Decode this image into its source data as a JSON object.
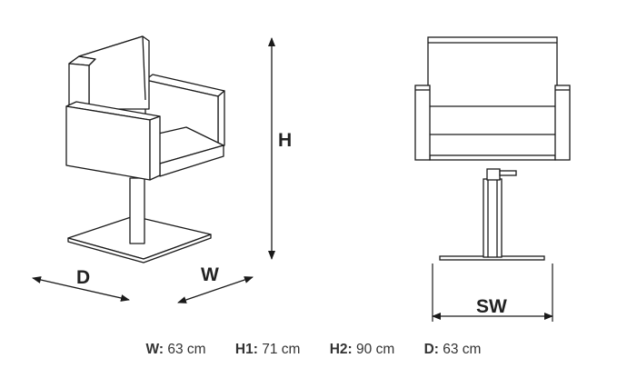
{
  "dimension_letters": {
    "height": "H",
    "depth": "D",
    "width": "W",
    "seat_width": "SW"
  },
  "specs": [
    {
      "key": "W:",
      "value": "63 cm"
    },
    {
      "key": "H1:",
      "value": "71 cm"
    },
    {
      "key": "H2:",
      "value": "90 cm"
    },
    {
      "key": "D:",
      "value": "63 cm"
    }
  ],
  "colors": {
    "line": "#1a1a1a",
    "label": "#222222"
  }
}
